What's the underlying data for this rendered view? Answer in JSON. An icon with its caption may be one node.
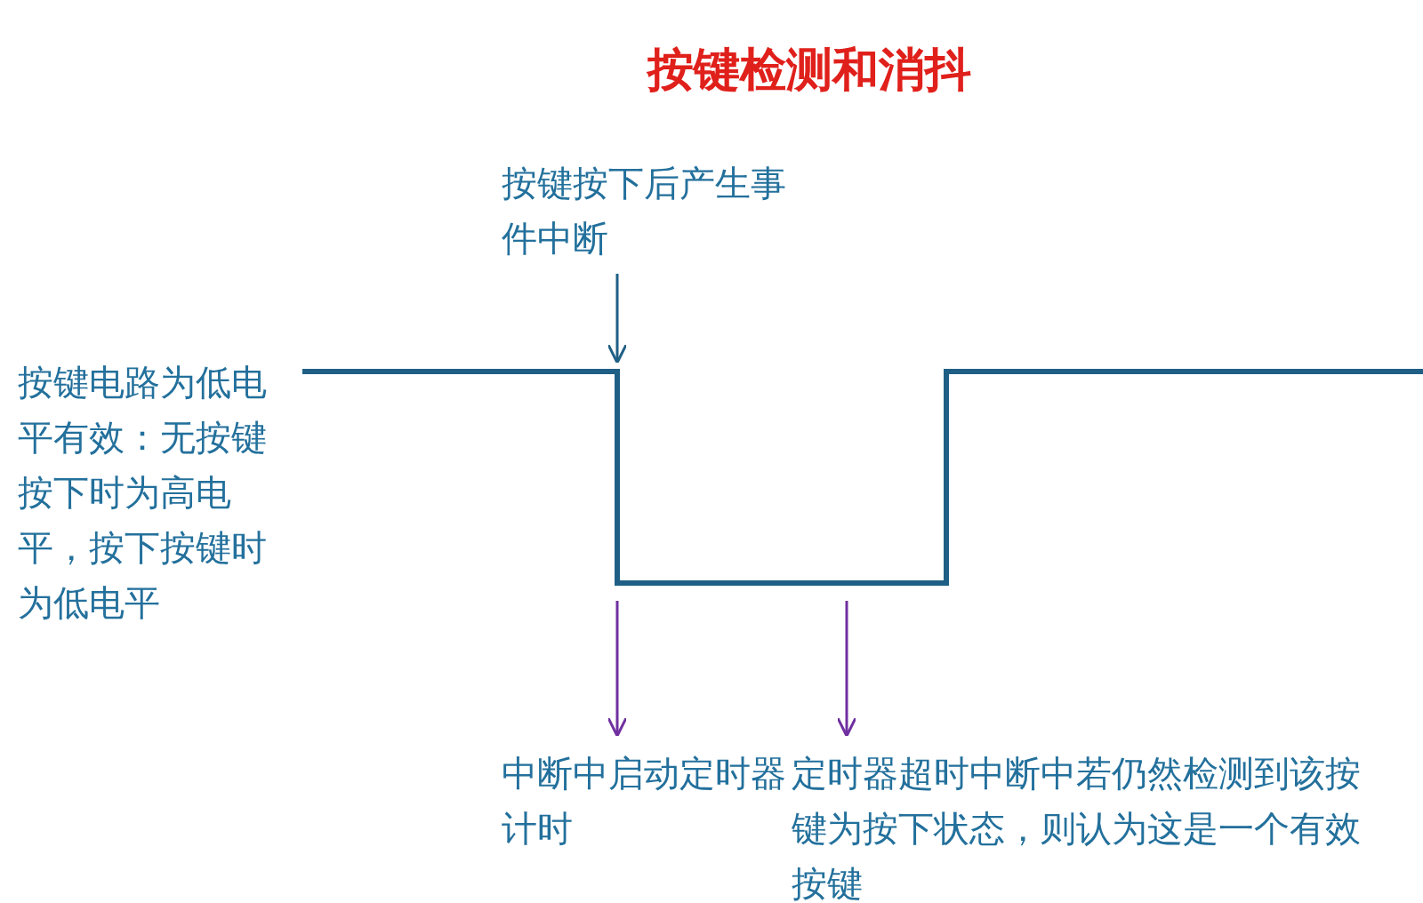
{
  "diagram": {
    "title": "按键检测和消抖",
    "nodes": [
      {
        "text": [
          "按键按下后产生事件中断"
        ]
      },
      {
        "text": [],
        "shape": "picture"
      },
      {
        "text": [
          "中断中启动定时器计时"
        ]
      },
      {
        "text": [
          "定时器超时中断中若仍然检测到该按键为按下状态，则认为这是一个有效按键"
        ]
      }
    ],
    "edges": [
      {
        "from": 0,
        "to": 1,
        "arrow": "to",
        "color": "#1f5f86"
      },
      {
        "from": 1,
        "to": 2,
        "arrow": "to"
      },
      {
        "from": 1,
        "to": 3,
        "arrow": "to"
      }
    ],
    "labels": [
      "按键电路为低电平有效：无按键按下时为高电平，按下按键时为低电平"
    ]
  }
}
